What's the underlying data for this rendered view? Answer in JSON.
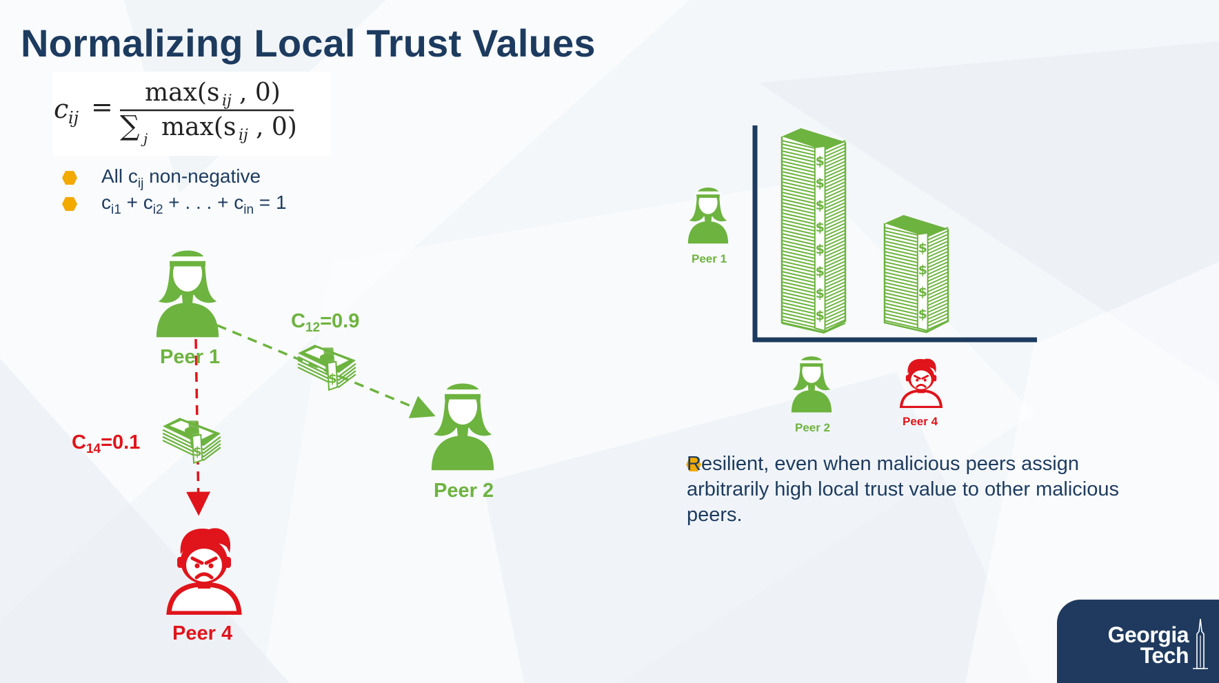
{
  "slide": {
    "title": "Normalizing Local Trust Values"
  },
  "formula": {
    "lhs": "c",
    "lhs_sub": "ij",
    "eq": "=",
    "numerator": "max(s",
    "numerator_sub": "ij",
    "numerator_tail": ", 0)",
    "sum_sub": "j",
    "denominator": "max(s",
    "denominator_sub": "ij",
    "denominator_tail": ", 0)"
  },
  "bullets": [
    {
      "pre": "All c",
      "sub": "ij",
      "post": " non-negative"
    },
    {
      "parts": [
        "c",
        "i1",
        " + c",
        "i2",
        " + . . . + c",
        "in",
        " = 1"
      ]
    }
  ],
  "network": {
    "peer1": "Peer 1",
    "peer2": "Peer 2",
    "peer4": "Peer 4",
    "edge12_pre": "C",
    "edge12_sub": "12",
    "edge12_val": "=0.9",
    "edge14_pre": "C",
    "edge14_sub": "14",
    "edge14_val": "=0.1"
  },
  "bar_figure": {
    "ylabel_peer": "Peer 1",
    "x_labels": [
      "Peer 2",
      "Peer 4"
    ],
    "bill_symbol": "$"
  },
  "resilient_text": "Resilient, even when malicious peers assign arbitrarily high local trust value to other malicious peers.",
  "logo": {
    "line1": "Georgia",
    "line2": "Tech"
  },
  "colors": {
    "title": "#1d3b5f",
    "good_peer": "#6db33f",
    "bad_peer": "#e0141b",
    "bullet": "#f2a900",
    "axis": "#1d3b5f",
    "logo_bg": "#1f3a5e"
  },
  "icons": {
    "bullet": "hexagon-bullet-icon",
    "good_peer": "woman-user-icon",
    "bad_peer": "angry-user-icon",
    "money": "money-stack-icon"
  }
}
